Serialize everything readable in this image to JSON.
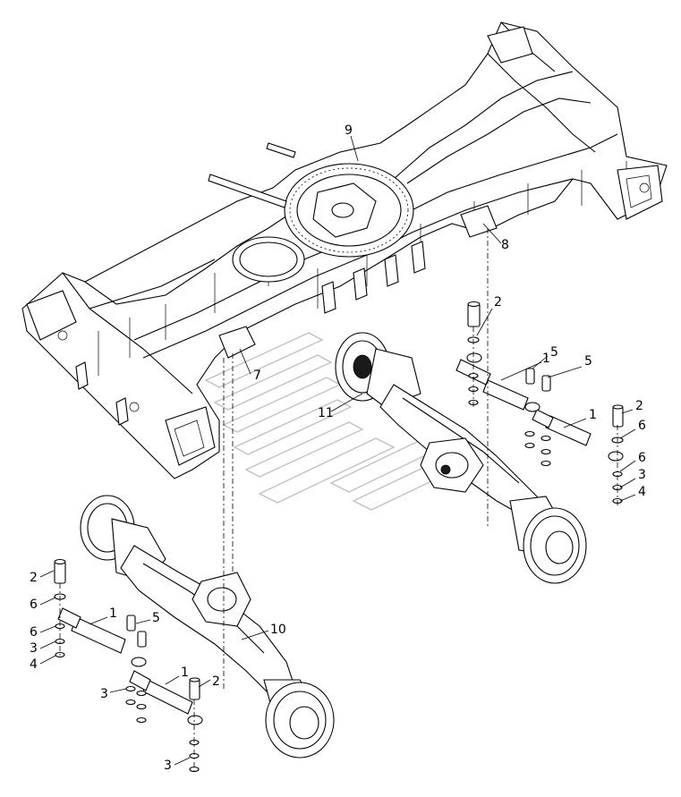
{
  "callouts": [
    {
      "id": "c9",
      "label": "9"
    },
    {
      "id": "c8",
      "label": "8"
    },
    {
      "id": "c7",
      "label": "7"
    },
    {
      "id": "c11",
      "label": "11"
    },
    {
      "id": "c2a",
      "label": "2"
    },
    {
      "id": "c1a",
      "label": "1"
    },
    {
      "id": "c5a",
      "label": "5"
    },
    {
      "id": "c5b",
      "label": "5"
    },
    {
      "id": "c2b",
      "label": "2"
    },
    {
      "id": "c1b",
      "label": "1"
    },
    {
      "id": "c6a",
      "label": "6"
    },
    {
      "id": "c6b",
      "label": "6"
    },
    {
      "id": "c3a",
      "label": "3"
    },
    {
      "id": "c4a",
      "label": "4"
    },
    {
      "id": "c10",
      "label": "10"
    },
    {
      "id": "c2c",
      "label": "2"
    },
    {
      "id": "c6c",
      "label": "6"
    },
    {
      "id": "c1c",
      "label": "1"
    },
    {
      "id": "c5c",
      "label": "5"
    },
    {
      "id": "c6d",
      "label": "6"
    },
    {
      "id": "c3b",
      "label": "3"
    },
    {
      "id": "c4b",
      "label": "4"
    },
    {
      "id": "c1d",
      "label": "1"
    },
    {
      "id": "c3c",
      "label": "3"
    },
    {
      "id": "c2d",
      "label": "2"
    },
    {
      "id": "c3d",
      "label": "3"
    }
  ]
}
